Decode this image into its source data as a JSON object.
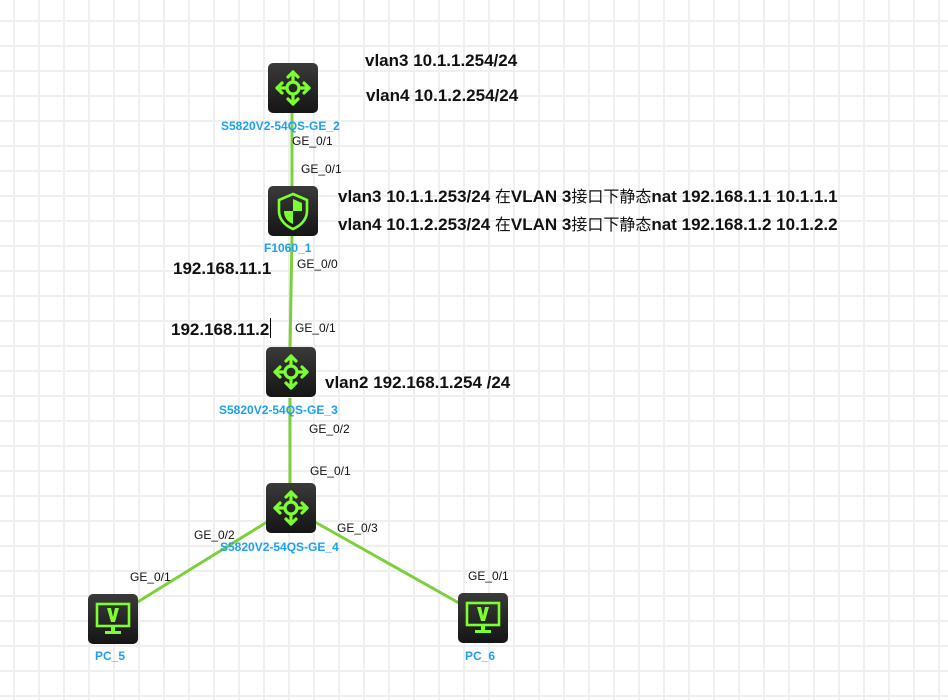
{
  "colors": {
    "link": "#7dcf3c",
    "icon_accent": "#7cff2e",
    "device_label": "#1ea0f0"
  },
  "devices": [
    {
      "id": "sw2",
      "name": "S5820V2-54QS-GE_2",
      "icon": "l3-switch-icon"
    },
    {
      "id": "fw1",
      "name": "F1060_1",
      "icon": "firewall-shield-icon"
    },
    {
      "id": "sw3",
      "name": "S5820V2-54QS-GE_3",
      "icon": "l3-switch-icon"
    },
    {
      "id": "sw4",
      "name": "S5820V2-54QS-GE_4",
      "icon": "l3-switch-icon"
    },
    {
      "id": "pc5",
      "name": "PC_5",
      "icon": "pc-monitor-icon"
    },
    {
      "id": "pc6",
      "name": "PC_6",
      "icon": "pc-monitor-icon"
    }
  ],
  "links": [
    {
      "from": "sw2",
      "to": "fw1",
      "from_port": "GE_0/1",
      "to_port": "GE_0/1"
    },
    {
      "from": "fw1",
      "to": "sw3",
      "from_port": "GE_0/0",
      "to_port": "GE_0/1"
    },
    {
      "from": "sw3",
      "to": "sw4",
      "from_port": "GE_0/2",
      "to_port": "GE_0/1"
    },
    {
      "from": "sw4",
      "to": "pc5",
      "from_port": "GE_0/2",
      "to_port": "GE_0/1"
    },
    {
      "from": "sw4",
      "to": "pc6",
      "from_port": "GE_0/3",
      "to_port": "GE_0/1"
    }
  ],
  "notes": {
    "sw2_vlan3": "vlan3 10.1.1.254/24",
    "sw2_vlan4": "vlan4 10.1.2.254/24",
    "fw_line1": {
      "a": "vlan3 10.1.1.253/24 ",
      "b": "在",
      "c": "VLAN 3",
      "d": "接口下静态",
      "e": "nat 192.168.1.1 10.1.1.1"
    },
    "fw_line2": {
      "a": "vlan4 10.1.2.253/24 ",
      "b": "在",
      "c": "VLAN 3",
      "d": "接口下静态",
      "e": "nat 192.168.1.2 10.1.2.2"
    },
    "fw_ip": "192.168.11.1",
    "sw3_ip": "192.168.11.2",
    "sw3_vlan2": "vlan2 192.168.1.254 /24"
  }
}
